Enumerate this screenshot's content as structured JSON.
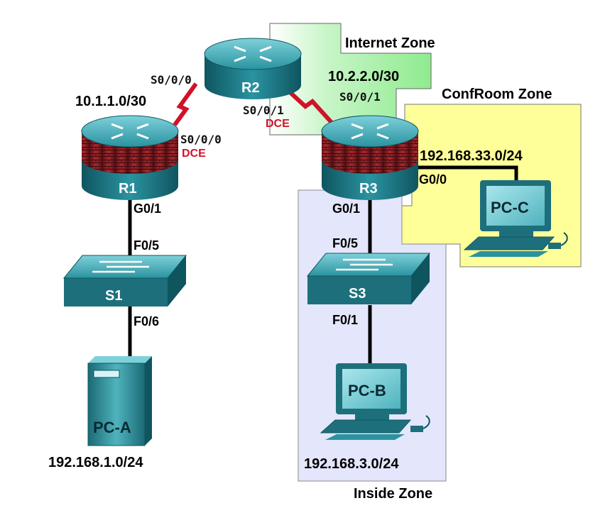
{
  "zones": {
    "internet": "Internet Zone",
    "confroom": "ConfRoom Zone",
    "inside": "Inside Zone"
  },
  "devices": {
    "r1": "R1",
    "r2": "R2",
    "r3": "R3",
    "s1": "S1",
    "s3": "S3",
    "pca": "PC-A",
    "pcb": "PC-B",
    "pcc": "PC-C"
  },
  "networks": {
    "r1_r2": "10.1.1.0/30",
    "r2_r3": "10.2.2.0/30",
    "lan_a": "192.168.1.0/24",
    "lan_b": "192.168.3.0/24",
    "lan_c": "192.168.33.0/24"
  },
  "interfaces": {
    "r2_s000": "S0/0/0",
    "r2_s001": "S0/0/1",
    "r1_s000": "S0/0/0",
    "r3_s001": "S0/0/1",
    "dce": "DCE",
    "r1_g01": "G0/1",
    "s1_f05": "F0/5",
    "s1_f06": "F0/6",
    "r3_g01": "G0/1",
    "r3_g00": "G0/0",
    "s3_f05": "F0/5",
    "s3_f01": "F0/1"
  },
  "colors": {
    "internet_zone": "#9bf09b",
    "confroom_zone": "#ffff99",
    "inside_zone": "#e4e6fb",
    "serial_link": "#d0122a",
    "device_teal": "#1f7f8c",
    "firewall_brick": "#8e1f24"
  }
}
